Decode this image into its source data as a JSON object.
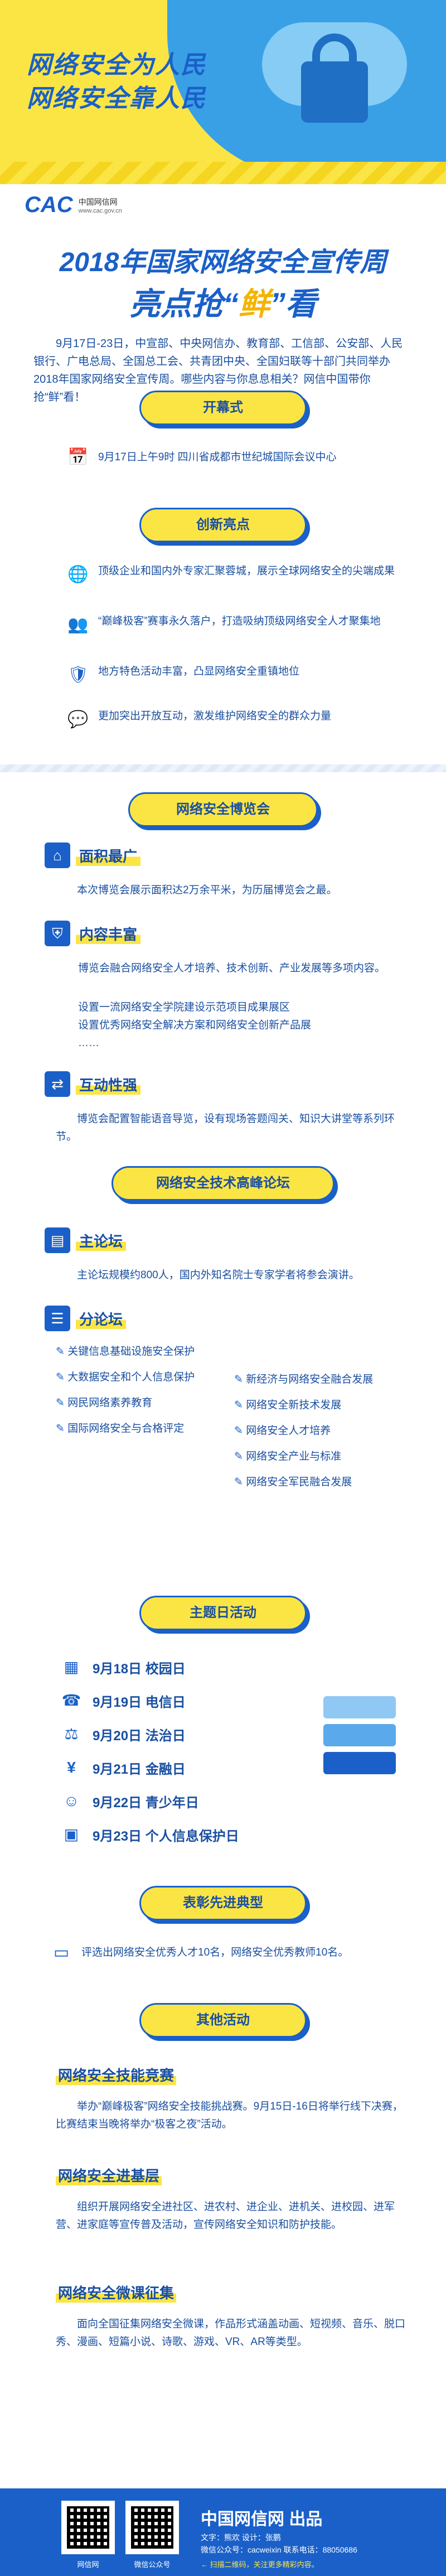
{
  "hero": {
    "slogan1": "网络安全为人民",
    "slogan2": "网络安全靠人民"
  },
  "logo": {
    "mark": "CAC",
    "name": "中国网信网",
    "url": "www.cac.gov.cn"
  },
  "title": {
    "main": "2018年国家网络安全宣传周",
    "sub_pre": "亮点抢“",
    "sub_hl": "鲜",
    "sub_post": "”看"
  },
  "intro": "9月17日-23日，中宣部、中央网信办、教育部、工信部、公安部、人民银行、广电总局、全国总工会、共青团中央、全国妇联等十部门共同举办2018年国家网络安全宣传周。哪些内容与你息息相关？网信中国带你抢“鲜”看！",
  "opening": {
    "heading": "开幕式",
    "text": "9月17日上午9时  四川省成都市世纪城国际会议中心"
  },
  "highlights": {
    "heading": "创新亮点",
    "items": [
      "顶级企业和国内外专家汇聚蓉城，展示全球网络安全的尖端成果",
      "“巅峰极客”赛事永久落户，打造吸纳顶级网络安全人才聚集地",
      "地方特色活动丰富，凸显网络安全重镇地位",
      "更加突出开放互动，激发维护网络安全的群众力量"
    ]
  },
  "expo": {
    "heading": "网络安全博览会",
    "area_label": "面积最广",
    "area_text": "本次博览会展示面积达2万余平米，为历届博览会之最。",
    "content_label": "内容丰富",
    "content_lines": [
      "博览会融合网络安全人才培养、技术创新、产业发展等多项内容。",
      "设置一流网络安全学院建设示范项目成果展区",
      "设置优秀网络安全解决方案和网络安全创新产品展",
      "……"
    ],
    "interact_label": "互动性强",
    "interact_text": "博览会配置智能语音导览，设有现场答题闯关、知识大讲堂等系列环节。"
  },
  "forum": {
    "heading": "网络安全技术高峰论坛",
    "main_label": "主论坛",
    "main_text": "主论坛规模约800人，国内外知名院士专家学者将参会演讲。",
    "sub_label": "分论坛",
    "left": [
      "关键信息基础设施安全保护",
      "大数据安全和个人信息保护",
      "网民网络素养教育",
      "国际网络安全与合格评定"
    ],
    "right": [
      "新经济与网络安全融合发展",
      "网络安全新技术发展",
      "网络安全人才培养",
      "网络安全产业与标准",
      "网络安全军民融合发展"
    ]
  },
  "theme_days": {
    "heading": "主题日活动",
    "days": [
      {
        "icon": "calendar-icon",
        "text": "9月18日 校园日"
      },
      {
        "icon": "phone-icon",
        "text": "9月19日 电信日"
      },
      {
        "icon": "gavel-icon",
        "text": "9月20日 法治日"
      },
      {
        "icon": "coin-icon",
        "text": "9月21日 金融日"
      },
      {
        "icon": "person-icon",
        "text": "9月22日 青少年日"
      },
      {
        "icon": "id-icon",
        "text": "9月23日 个人信息保护日"
      }
    ]
  },
  "awards": {
    "heading": "表彰先进典型",
    "text": "评选出网络安全优秀人才10名，网络安全优秀教师10名。"
  },
  "other": {
    "heading": "其他活动",
    "contest_label": "网络安全技能竞赛",
    "contest_text": "举办“巅峰极客”网络安全技能挑战赛。9月15日-16日将举行线下决赛，比赛结束当晚将举办“极客之夜”活动。",
    "grassroots_label": "网络安全进基层",
    "grassroots_text": "组织开展网络安全进社区、进农村、进企业、进机关、进校园、进军营、进家庭等宣传普及活动，宣传网络安全知识和防护技能。",
    "micro_label": "网络安全微课征集",
    "micro_text": "面向全国征集网络安全微课，作品形式涵盖动画、短视频、音乐、脱口秀、漫画、短篇小说、诗歌、游戏、VR、AR等类型。"
  },
  "footer": {
    "qr1_caption": "网信网",
    "qr2_caption": "微信公众号",
    "title": "中国网信网 出品",
    "credit": "文字：熊欢  设计：张鹏",
    "contact": "微信公众号：cacweixin  联系电话：88050686",
    "hint": "← 扫描二维码，关注更多精彩内容。"
  },
  "colors": {
    "primary": "#1a60c8",
    "accent": "#fbe545"
  }
}
